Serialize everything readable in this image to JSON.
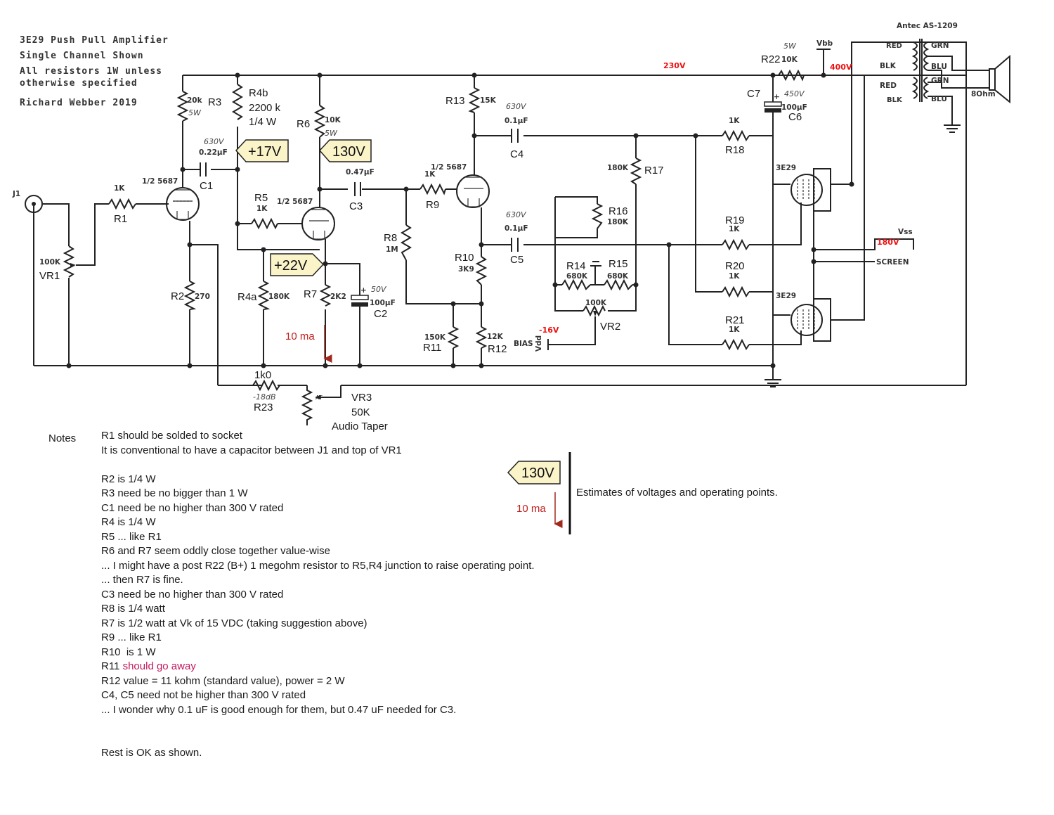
{
  "title_block": {
    "title": "3E29 Push Pull Amplifier",
    "subtitle": "Single Channel Shown",
    "note_line1": "All resistors 1W unless",
    "note_line2": "otherwise specified",
    "author": "Richard Webber 2019"
  },
  "transformer": "Antec AS-1209",
  "speaker": "8Ohm",
  "voltages": {
    "v230": "230V",
    "v400": "400V",
    "v180": "180V",
    "vneg16": "-16V",
    "vbb": "Vbb",
    "vss": "Vss",
    "screen": "SCREEN",
    "bias": "BIAS",
    "vdd": "Vdd"
  },
  "tags": {
    "t17": "+17V",
    "t130": "130V",
    "t22": "+22V",
    "current": "10 ma"
  },
  "connector": "J1",
  "wire_labels": {
    "red1": "RED",
    "blk1": "BLK",
    "grn1": "GRN",
    "blu1": "BLU",
    "red2": "RED",
    "blk2": "BLK",
    "grn2": "GRN",
    "blu2": "BLU"
  },
  "components": {
    "r1": {
      "name": "R1",
      "value": "1K"
    },
    "vr1": {
      "name": "VR1",
      "value": "100K"
    },
    "v1a": "1/2 5687",
    "v1b": "1/2 5687",
    "v2": "1/2 5687",
    "r2": {
      "name": "R2",
      "value": "270"
    },
    "r3": {
      "name": "R3",
      "value": "20k",
      "power": "5W"
    },
    "r4b": {
      "name": "R4b",
      "value": "2200 k",
      "power": "1/4 W"
    },
    "c1": {
      "name": "C1",
      "rating": "630V",
      "value": "0.22µF"
    },
    "r4a": {
      "name": "R4a",
      "value": "180K"
    },
    "r5": {
      "name": "R5",
      "value": "1K"
    },
    "r6": {
      "name": "R6",
      "value": "10K",
      "power": "5W"
    },
    "r7": {
      "name": "R7",
      "value": "2K2"
    },
    "c2": {
      "name": "C2",
      "rating": "50V",
      "value": "100µF"
    },
    "c3": {
      "name": "C3",
      "value": "0.47µF"
    },
    "r8": {
      "name": "R8",
      "value": "1M"
    },
    "r9": {
      "name": "R9",
      "value": "1K"
    },
    "r10": {
      "name": "R10",
      "value": "3K9"
    },
    "r11": {
      "name": "R11",
      "value": "150K"
    },
    "r12": {
      "name": "R12",
      "value": "12K"
    },
    "r13": {
      "name": "R13",
      "value": "15K"
    },
    "c4": {
      "name": "C4",
      "rating": "630V",
      "value": "0.1µF"
    },
    "c5": {
      "name": "C5",
      "rating": "630V",
      "value": "0.1µF"
    },
    "r14": {
      "name": "R14",
      "value": "680K"
    },
    "r15": {
      "name": "R15",
      "value": "680K"
    },
    "r16": {
      "name": "R16",
      "value": "180K"
    },
    "r17": {
      "name": "R17",
      "value": "180K"
    },
    "vr2": {
      "name": "VR2",
      "value": "100K"
    },
    "r18": {
      "name": "R18",
      "value": "1K"
    },
    "r19": {
      "name": "R19",
      "value": "1K"
    },
    "r20": {
      "name": "R20",
      "value": "1K"
    },
    "r21": {
      "name": "R21",
      "value": "1K"
    },
    "r22": {
      "name": "R22",
      "value": "10K",
      "power": "5W"
    },
    "c6": {
      "name": "C6",
      "rating": "450V",
      "value": "100µF"
    },
    "c7": {
      "name": "C7"
    },
    "tube_a": "3E29",
    "tube_b": "3E29",
    "r23": {
      "name": "R23",
      "value": "1k0",
      "atten": "-18dB"
    },
    "vr3": {
      "name": "VR3",
      "value": "50K",
      "taper": "Audio Taper",
      "mark": "AT"
    }
  },
  "notes": {
    "title": "Notes",
    "lines": [
      "R1 should be solded to socket",
      "It is conventional to have a capacitor between J1 and top of VR1",
      "",
      "R2 is 1/4 W",
      "R3 need be no bigger than 1 W",
      "C1 need be no higher than 300 V rated",
      "R4 is 1/4 W",
      "R5 ... like R1",
      "R6 and R7 seem oddly close together value-wise",
      "... I might have a post R22 (B+) 1 megohm resistor to R5,R4 junction to raise operating point.",
      "... then R7 is fine.",
      "C3 need be no higher than 300 V rated",
      "R8 is 1/4 watt",
      "R7 is 1/2 watt at Vk of 15 VDC (taking suggestion above)",
      "R9 ... like R1",
      "R10  is 1 W",
      "R11 ",
      "R12 value = 11 kohm (standard value), power = 2 W",
      "C4, C5 need not be higher than 300 V rated",
      "... I wonder why 0.1 uF is good enough for them, but 0.47 uF needed for C3.",
      "",
      "",
      "Rest is OK as shown."
    ],
    "r11_highlight": "should go away"
  },
  "legend": {
    "tag": "130V",
    "current": "10 ma",
    "text": "Estimates of voltages and operating points."
  }
}
